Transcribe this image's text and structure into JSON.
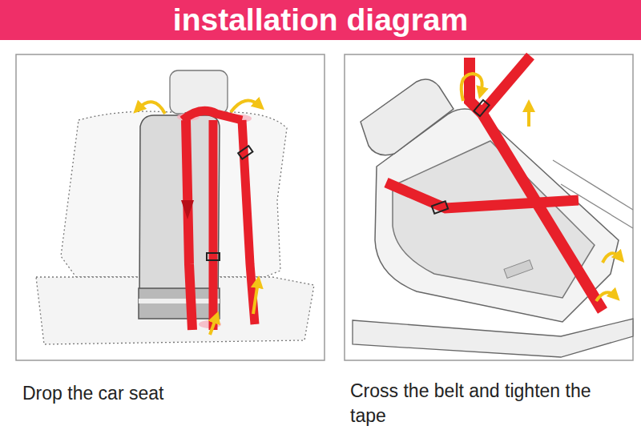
{
  "diagram": {
    "title": "installation diagram",
    "labels": [
      "Drop the car seat",
      "Cross the belt and tighten the tape"
    ]
  }
}
